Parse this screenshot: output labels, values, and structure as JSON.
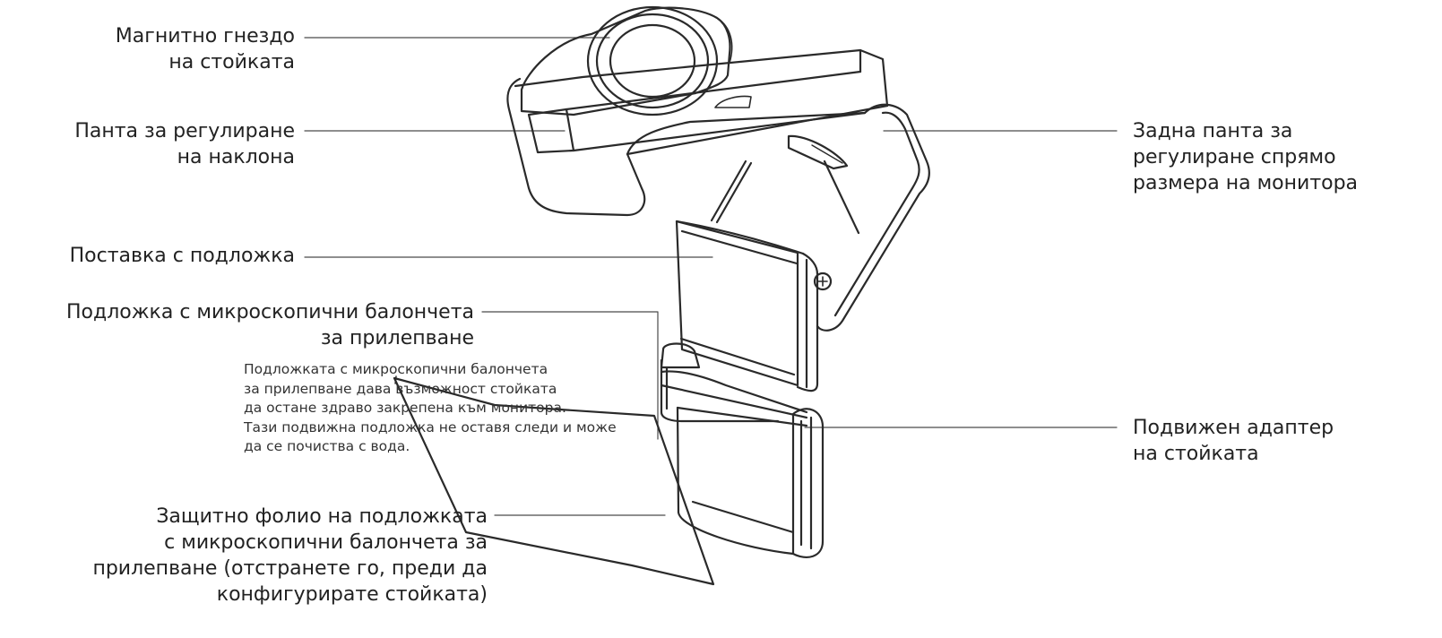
{
  "labels": {
    "magnetic_socket": [
      "Магнитно гнездо",
      "на стойката"
    ],
    "tilt_hinge": [
      "Панта за регулиране",
      "на наклона"
    ],
    "pad_holder": [
      "Поставка с подложка"
    ],
    "micro_suction_pad": [
      "Подложка с микроскопични балончета",
      "за прилепване"
    ],
    "protective_film": [
      "Защитно фолио на подложката",
      "с микроскопични балончета за",
      "прилепване (отстранете го, преди да",
      "конфигурирате стойката)"
    ],
    "rear_hinge": [
      "Задна панта за",
      "регулиране спрямо",
      "размера на монитора"
    ],
    "movable_adapter": [
      "Подвижен адаптер",
      "на стойката"
    ]
  },
  "note": [
    "Подложката с микроскопични балончета",
    "за прилепване дава възможност стойката",
    "да остане здраво закрепена към монитора.",
    "Тази подвижна подложка не оставя следи и може",
    "да се почиства с вода."
  ],
  "colors": {
    "ink": "#222222",
    "line": "#4a4a4a"
  }
}
